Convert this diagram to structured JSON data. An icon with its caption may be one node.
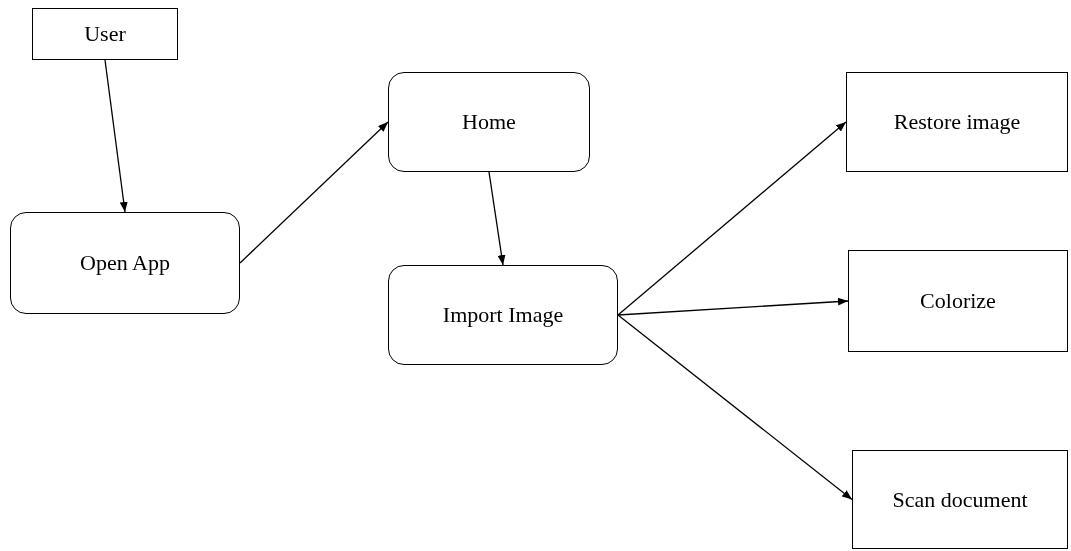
{
  "diagram": {
    "nodes": [
      {
        "text": [
          "User"
        ]
      },
      {
        "text": [
          "Open App"
        ]
      },
      {
        "text": [
          "Home"
        ]
      },
      {
        "text": [
          "Import Image"
        ]
      },
      {
        "text": [
          "Restore image"
        ]
      },
      {
        "text": [
          "Colorize"
        ]
      },
      {
        "text": [
          "Scan document"
        ]
      }
    ],
    "edges": [
      {
        "from": 0,
        "to": 1,
        "arrow": "to"
      },
      {
        "from": 1,
        "to": 2,
        "arrow": "to"
      },
      {
        "from": 2,
        "to": 3,
        "arrow": "to"
      },
      {
        "from": 3,
        "to": 4,
        "arrow": "to"
      },
      {
        "from": 3,
        "to": 5,
        "arrow": "to"
      },
      {
        "from": 3,
        "to": 6,
        "arrow": "to"
      }
    ]
  }
}
